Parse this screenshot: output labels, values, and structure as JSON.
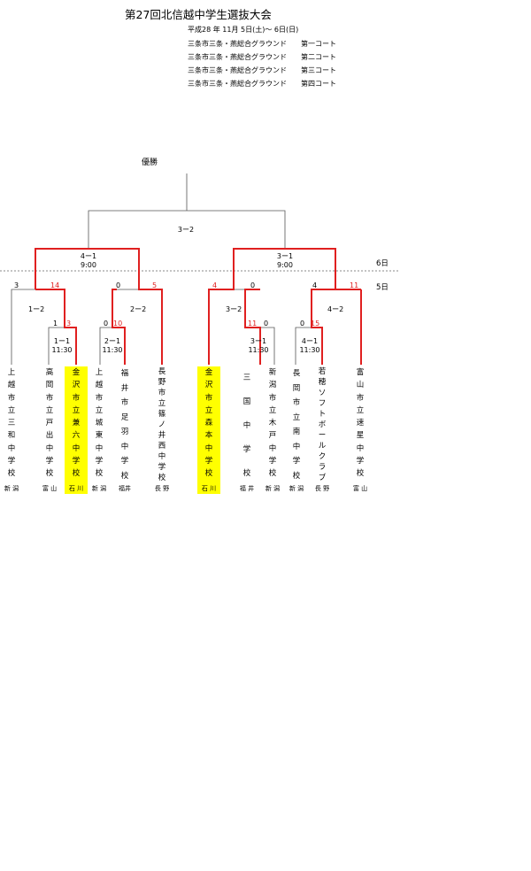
{
  "header": {
    "title": "第27回北信越中学生選抜大会",
    "date": "平成28 年 11月 5日(土)～ 6日(日)",
    "venues": [
      "三条市三条・燕総合グラウンド　　第一コート",
      "三条市三条・燕総合グラウンド　　第二コート",
      "三条市三条・燕総合グラウンド　　第三コート",
      "三条市三条・燕総合グラウンド　　第四コート"
    ]
  },
  "champion_label": "優勝",
  "days": {
    "day6": "6日",
    "day5": "5日"
  },
  "final": {
    "score": "3ー2"
  },
  "semifinals": [
    {
      "match": "4ー1",
      "time": "9:00"
    },
    {
      "match": "3ー1",
      "time": "9:00"
    }
  ],
  "round2": {
    "scores": [
      "3",
      "14",
      "0",
      "5",
      "4",
      "0",
      "4",
      "11"
    ],
    "results": [
      "1ー2",
      "2ー2",
      "3ー2",
      "4ー2"
    ]
  },
  "round1": {
    "scores": [
      "1",
      "3",
      "0",
      "10",
      "11",
      "0",
      "0",
      "15"
    ],
    "matches": [
      {
        "match": "1ー1",
        "time": "11:30"
      },
      {
        "match": "2ー1",
        "time": "11:30"
      },
      {
        "match": "3ー1",
        "time": "11:30"
      },
      {
        "match": "4ー1",
        "time": "11:30"
      }
    ]
  },
  "teams": [
    {
      "name": "上越市立三和中学校",
      "pref": "新 潟",
      "highlight": false
    },
    {
      "name": "高岡市立戸出中学校",
      "pref": "富 山",
      "highlight": false
    },
    {
      "name": "金沢市立兼六中学校",
      "pref": "石 川",
      "highlight": true
    },
    {
      "name": "上越市立城東中学校",
      "pref": "新 潟",
      "highlight": false
    },
    {
      "name": "福井市足羽中学校",
      "pref": "福井",
      "highlight": false
    },
    {
      "name": "長野市立篠ノ井西中学校",
      "pref": "長 野",
      "highlight": false
    },
    {
      "name": "金沢市立森本中学校",
      "pref": "石 川",
      "highlight": true
    },
    {
      "name": "三国中学校",
      "pref": "福 井",
      "highlight": false
    },
    {
      "name": "新潟市立木戸中学校",
      "pref": "新 潟",
      "highlight": false
    },
    {
      "name": "長岡市立南中学校",
      "pref": "新 潟",
      "highlight": false
    },
    {
      "name": "若穂ソフトボールクラブ",
      "pref": "長 野",
      "highlight": false
    },
    {
      "name": "富山市立速星中学校",
      "pref": "富 山",
      "highlight": false
    }
  ],
  "colors": {
    "winner_line": "#e02020",
    "highlight": "#ffff00",
    "line": "#555555"
  }
}
